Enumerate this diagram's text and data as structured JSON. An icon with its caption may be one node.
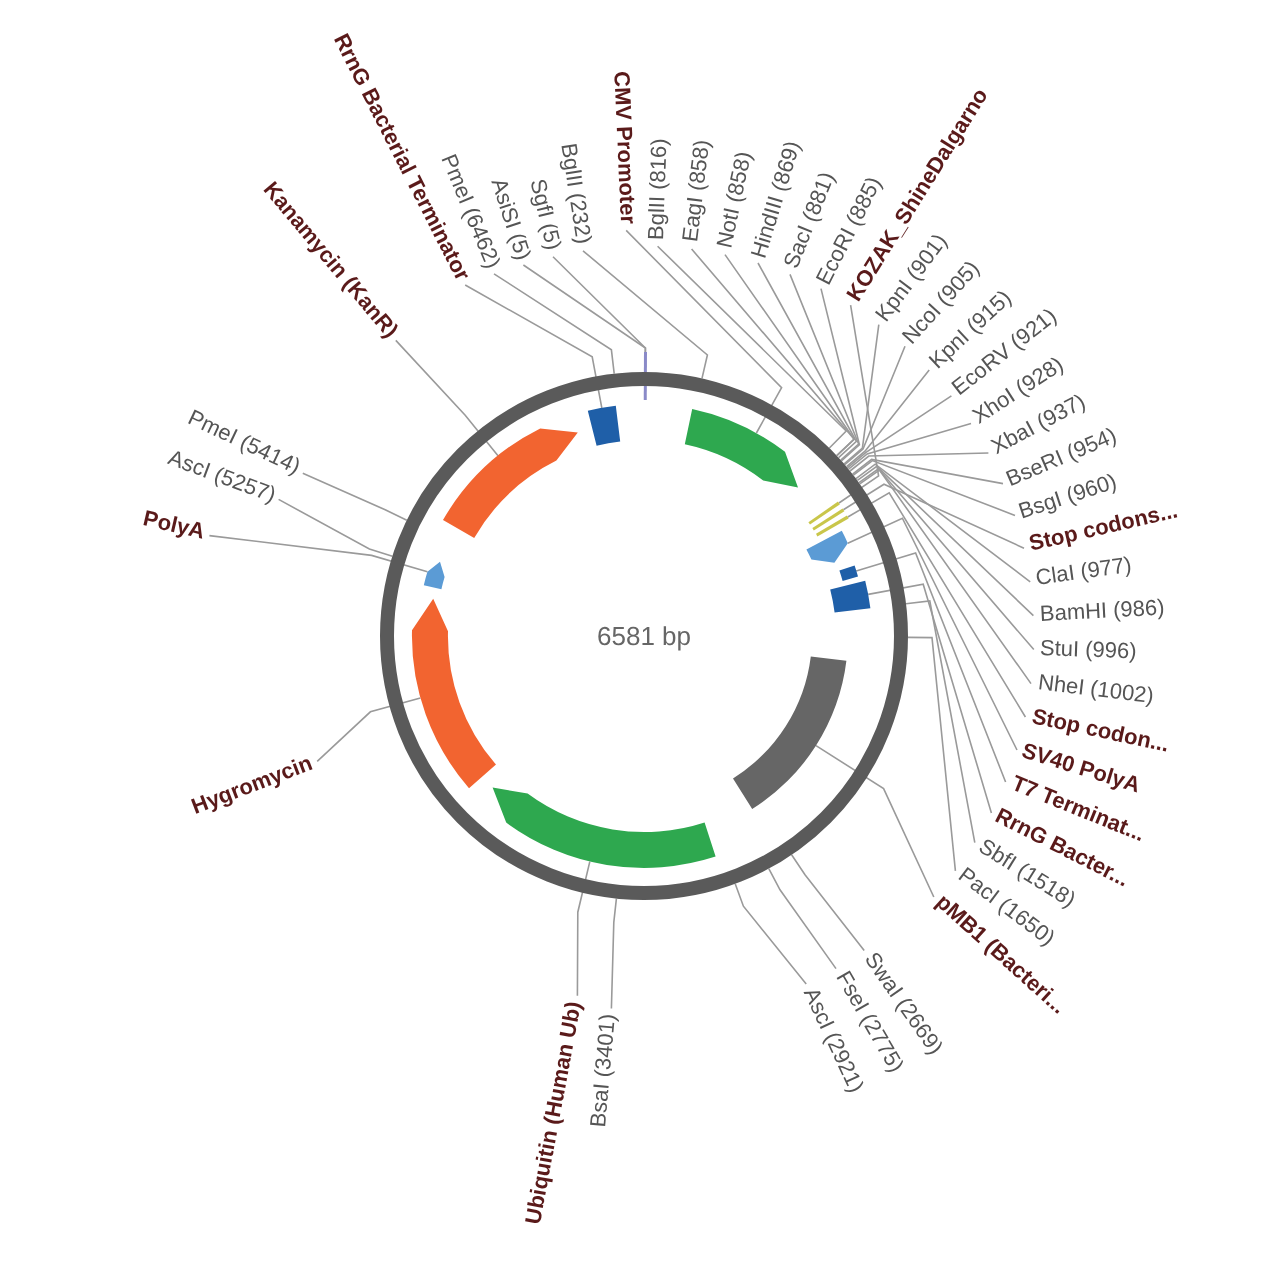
{
  "diagram": {
    "nodes": [
      {
        "text": [
          "6581 bp"
        ]
      },
      {
        "text": [],
        "shape": "arrow",
        "in": 0
      },
      {
        "text": [],
        "shape": "line",
        "in": 0
      },
      {
        "text": [],
        "shape": "line",
        "in": 0
      },
      {
        "text": [],
        "shape": "line",
        "in": 0
      },
      {
        "text": [],
        "shape": "arrow",
        "in": 0
      },
      {
        "text": [],
        "shape": "box",
        "in": 0
      },
      {
        "text": [],
        "shape": "box",
        "in": 0
      },
      {
        "text": [],
        "shape": "box",
        "in": 0
      },
      {
        "text": [],
        "shape": "arrow",
        "in": 0
      },
      {
        "text": [],
        "shape": "arrow",
        "in": 0
      },
      {
        "text": [],
        "shape": "arrow",
        "in": 0
      },
      {
        "text": [],
        "shape": "arrow",
        "in": 0
      },
      {
        "text": [],
        "shape": "box",
        "in": 0
      },
      {
        "text": [
          "RrnG Bacterial Terminator"
        ]
      },
      {
        "text": [
          "Kanamycin (KanR)"
        ]
      },
      {
        "text": [
          "PmeI (6462)"
        ]
      },
      {
        "text": [
          "AsiSI (5)"
        ]
      },
      {
        "text": [
          "SgfI (5)"
        ]
      },
      {
        "text": [
          "BglII (232)"
        ]
      },
      {
        "text": [
          "CMV Promoter"
        ]
      },
      {
        "text": [
          "BglII (816)"
        ]
      },
      {
        "text": [
          "EagI (858)"
        ]
      },
      {
        "text": [
          "NotI (858)"
        ]
      },
      {
        "text": [
          "HindIII (869)"
        ]
      },
      {
        "text": [
          "SacI (881)"
        ]
      },
      {
        "text": [
          "EcoRI (885)"
        ]
      },
      {
        "text": [
          "KOZAK_ShineDalgarno"
        ]
      },
      {
        "text": [
          "KpnI (901)"
        ]
      },
      {
        "text": [
          "NcoI (905)"
        ]
      },
      {
        "text": [
          "KpnI (915)"
        ]
      },
      {
        "text": [
          "EcoRV (921)"
        ]
      },
      {
        "text": [
          "XhoI (928)"
        ]
      },
      {
        "text": [
          "XbaI (937)"
        ]
      },
      {
        "text": [
          "BseRI (954)"
        ]
      },
      {
        "text": [
          "BsgI (960)"
        ]
      },
      {
        "text": [
          "Stop codons..."
        ]
      },
      {
        "text": [
          "ClaI (977)"
        ]
      },
      {
        "text": [
          "BamHI (986)"
        ]
      },
      {
        "text": [
          "StuI (996)"
        ]
      },
      {
        "text": [
          "NheI (1002)"
        ]
      },
      {
        "text": [
          "Stop codon..."
        ]
      },
      {
        "text": [
          "SV40 PolyA"
        ]
      },
      {
        "text": [
          "T7 Terminat..."
        ]
      },
      {
        "text": [
          "RrnG Bacter..."
        ]
      },
      {
        "text": [
          "SbfI (1518)"
        ]
      },
      {
        "text": [
          "PacI (1650)"
        ]
      },
      {
        "text": [
          "pMB1 (Bacteri..."
        ]
      },
      {
        "text": [
          "SwaI (2669)"
        ]
      },
      {
        "text": [
          "FseI (2775)"
        ]
      },
      {
        "text": [
          "AscI (2921)"
        ]
      },
      {
        "text": [
          "BsaI (3401)"
        ]
      },
      {
        "text": [
          "Ubiquitin (Human Ub)"
        ]
      },
      {
        "text": [
          "Hygromycin"
        ]
      },
      {
        "text": [
          "PolyA"
        ]
      },
      {
        "text": [
          "AscI (5257)"
        ]
      },
      {
        "text": [
          "PmeI (5414)"
        ]
      }
    ],
    "edges": [
      {
        "from": 14,
        "to": 13,
        "arrow": "none"
      },
      {
        "from": 15,
        "to": 12,
        "arrow": "none"
      },
      {
        "from": 16,
        "to": 0,
        "arrow": "none"
      },
      {
        "from": 17,
        "to": 0,
        "arrow": "none"
      },
      {
        "from": 18,
        "to": 0,
        "arrow": "none"
      },
      {
        "from": 19,
        "to": 0,
        "arrow": "none"
      },
      {
        "from": 20,
        "to": 1,
        "arrow": "none"
      },
      {
        "from": 21,
        "to": 0,
        "arrow": "none"
      },
      {
        "from": 22,
        "to": 0,
        "arrow": "none"
      },
      {
        "from": 23,
        "to": 0,
        "arrow": "none"
      },
      {
        "from": 24,
        "to": 0,
        "arrow": "none"
      },
      {
        "from": 25,
        "to": 0,
        "arrow": "none"
      },
      {
        "from": 26,
        "to": 0,
        "arrow": "none"
      },
      {
        "from": 27,
        "to": 2,
        "arrow": "none"
      },
      {
        "from": 28,
        "to": 0,
        "arrow": "none"
      },
      {
        "from": 29,
        "to": 0,
        "arrow": "none"
      },
      {
        "from": 30,
        "to": 0,
        "arrow": "none"
      },
      {
        "from": 31,
        "to": 0,
        "arrow": "none"
      },
      {
        "from": 32,
        "to": 0,
        "arrow": "none"
      },
      {
        "from": 33,
        "to": 0,
        "arrow": "none"
      },
      {
        "from": 34,
        "to": 0,
        "arrow": "none"
      },
      {
        "from": 35,
        "to": 0,
        "arrow": "none"
      },
      {
        "from": 36,
        "to": 3,
        "arrow": "none"
      },
      {
        "from": 37,
        "to": 0,
        "arrow": "none"
      },
      {
        "from": 38,
        "to": 0,
        "arrow": "none"
      },
      {
        "from": 39,
        "to": 0,
        "arrow": "none"
      },
      {
        "from": 40,
        "to": 0,
        "arrow": "none"
      },
      {
        "from": 41,
        "to": 4,
        "arrow": "none"
      },
      {
        "from": 42,
        "to": 5,
        "arrow": "none"
      },
      {
        "from": 43,
        "to": 6,
        "arrow": "none"
      },
      {
        "from": 44,
        "to": 7,
        "arrow": "none"
      },
      {
        "from": 45,
        "to": 0,
        "arrow": "none"
      },
      {
        "from": 46,
        "to": 0,
        "arrow": "none"
      },
      {
        "from": 47,
        "to": 8,
        "arrow": "none"
      },
      {
        "from": 48,
        "to": 0,
        "arrow": "none"
      },
      {
        "from": 49,
        "to": 0,
        "arrow": "none"
      },
      {
        "from": 50,
        "to": 0,
        "arrow": "none"
      },
      {
        "from": 51,
        "to": 0,
        "arrow": "none"
      },
      {
        "from": 52,
        "to": 9,
        "arrow": "none"
      },
      {
        "from": 53,
        "to": 10,
        "arrow": "none"
      },
      {
        "from": 54,
        "to": 11,
        "arrow": "none"
      },
      {
        "from": 55,
        "to": 0,
        "arrow": "none"
      },
      {
        "from": 56,
        "to": 0,
        "arrow": "none"
      }
    ]
  }
}
